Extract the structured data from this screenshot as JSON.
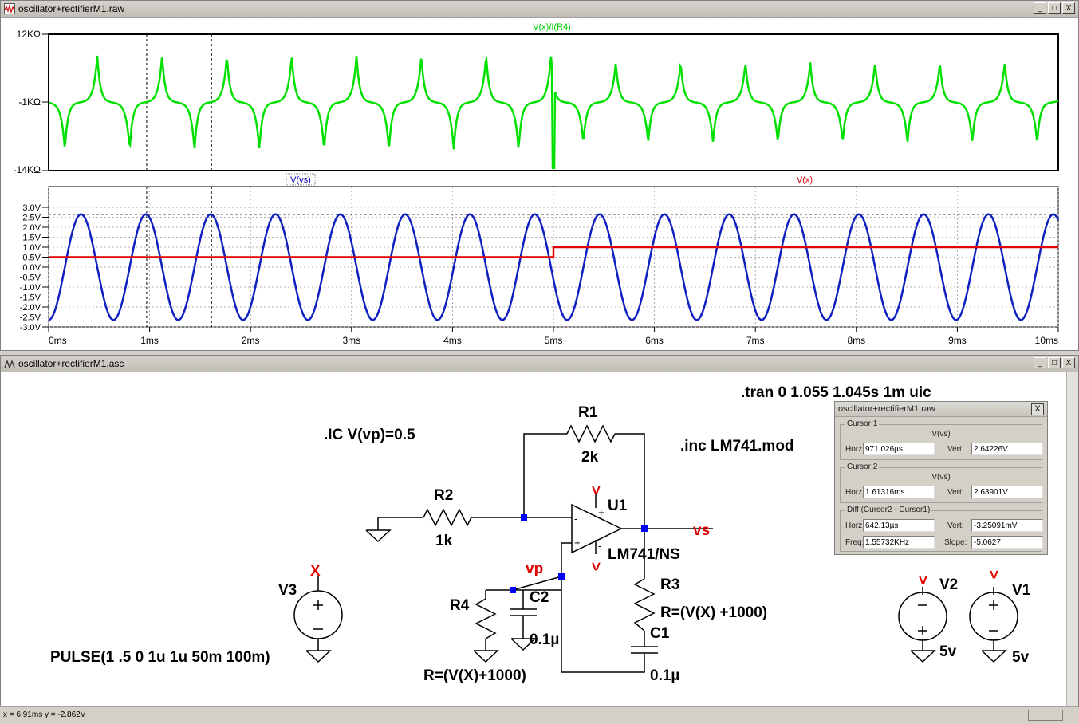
{
  "plot_window": {
    "title": "oscillator+rectifierM1.raw"
  },
  "schematic_window": {
    "title": "oscillator+rectifierM1.asc"
  },
  "window_buttons": {
    "minimize": "_",
    "restore": "□",
    "close": "X"
  },
  "chart_data": [
    {
      "type": "line",
      "series": [
        {
          "name": "V(x)/I(R4)",
          "color": "#00ff00"
        }
      ],
      "y_ticks": [
        "12KΩ",
        "-1KΩ",
        "-14KΩ"
      ],
      "ylim": [
        -14000,
        12000
      ],
      "xlim": [
        0,
        10
      ],
      "grid": "dashed vertical at cursors"
    },
    {
      "type": "line",
      "series": [
        {
          "name": "V(vs)",
          "color": "#0000c0",
          "amplitude": 2.65,
          "period_ms": 0.642
        },
        {
          "name": "V(x)",
          "color": "#e00000",
          "x": [
            0,
            5,
            5,
            10
          ],
          "values": [
            0.5,
            0.5,
            1.0,
            1.0
          ]
        }
      ],
      "y_ticks": [
        "3.0V",
        "2.5V",
        "2.0V",
        "1.5V",
        "1.0V",
        "0.5V",
        "0.0V",
        "-0.5V",
        "-1.0V",
        "-1.5V",
        "-2.0V",
        "-2.5V",
        "-3.0V"
      ],
      "ylim": [
        -3.0,
        3.0
      ],
      "x_ticks": [
        "0ms",
        "1ms",
        "2ms",
        "3ms",
        "4ms",
        "5ms",
        "6ms",
        "7ms",
        "8ms",
        "9ms",
        "10ms"
      ],
      "xlim": [
        0,
        10
      ],
      "grid": true
    }
  ],
  "schematic": {
    "directives": {
      "tran": ".tran 0 1.055 1.045s 1m uic",
      "ic": ".IC V(vp)=0.5",
      "inc": ".inc LM741.mod"
    },
    "R1": {
      "name": "R1",
      "value": "2k"
    },
    "R2": {
      "name": "R2",
      "value": "1k"
    },
    "R3": {
      "name": "R3",
      "value": "R=(V(X) +1000)"
    },
    "R4": {
      "name": "R4",
      "value": "R=(V(X)+1000)"
    },
    "C1": {
      "name": "C1",
      "value": "0.1µ"
    },
    "C2": {
      "name": "C2",
      "value": "0.1µ"
    },
    "U1": {
      "name": "U1",
      "model": "LM741/NS"
    },
    "V1": {
      "name": "V1",
      "value": "5v"
    },
    "V2": {
      "name": "V2",
      "value": "5v"
    },
    "V3": {
      "name": "V3",
      "value": "PULSE(1 .5 0 1u 1u 50m 100m)"
    },
    "nets": {
      "vs": "vs",
      "vp": "vp",
      "x": "X",
      "plus": ">",
      "minus": ">"
    },
    "opamp_pins": {
      "plus": "+",
      "minus": "-",
      "vplus": "+",
      "vminus": "-"
    }
  },
  "cursor_dialog": {
    "title": "oscillator+rectifierM1.raw",
    "close": "X",
    "cursor1": {
      "label": "Cursor 1",
      "trace": "V(vs)",
      "horz_label": "Horz:",
      "horz": "971.026µs",
      "vert_label": "Vert:",
      "vert": "2.64226V"
    },
    "cursor2": {
      "label": "Cursor 2",
      "trace": "V(vs)",
      "horz_label": "Horz:",
      "horz": "1.61316ms",
      "vert_label": "Vert:",
      "vert": "2.63901V"
    },
    "diff": {
      "label": "Diff (Cursor2 - Cursor1)",
      "horz_label": "Horz:",
      "horz": "642.13µs",
      "vert_label": "Vert:",
      "vert": "-3.25091mV",
      "freq_label": "Freq:",
      "freq": "1.55732KHz",
      "slope_label": "Slope:",
      "slope": "-5.0627"
    }
  },
  "status": {
    "text": "x = 6.91ms    y = -2.862V"
  }
}
